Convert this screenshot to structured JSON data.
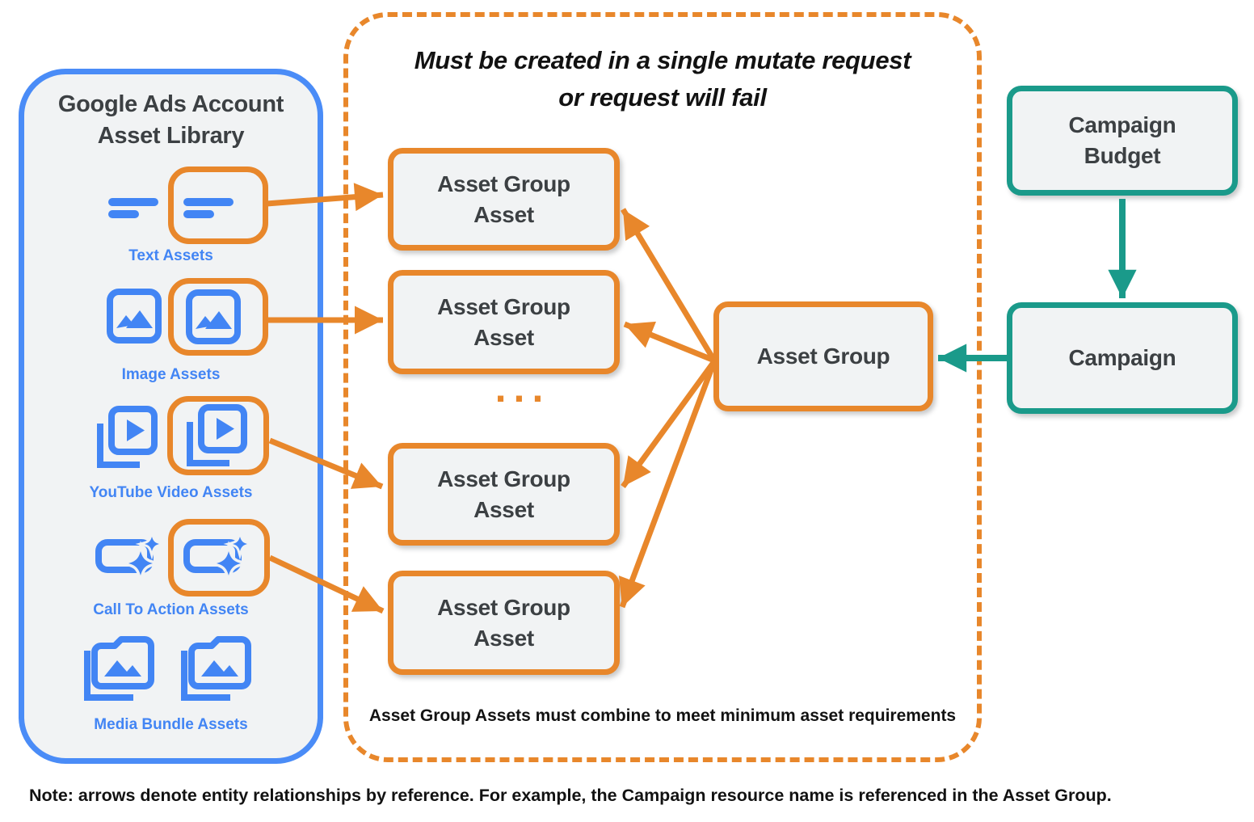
{
  "colors": {
    "orange": "#E8872B",
    "blue": "#4285F4",
    "panel_border_blue": "#4A8CF7",
    "teal": "#1A9A8A",
    "card_fill": "#F1F3F4",
    "text_dark_gray": "#3C4043",
    "text_black": "#121212"
  },
  "library": {
    "title_lines": [
      "Google Ads Account",
      "Asset Library"
    ],
    "asset_types": [
      {
        "label": "Text Assets",
        "icon": "text-asset-icon",
        "highlighted": true
      },
      {
        "label": "Image Assets",
        "icon": "image-asset-icon",
        "highlighted": true
      },
      {
        "label": "YouTube Video Assets",
        "icon": "youtube-video-asset-icon",
        "highlighted": true
      },
      {
        "label": "Call To Action Assets",
        "icon": "call-to-action-asset-icon",
        "highlighted": true
      },
      {
        "label": "Media Bundle Assets",
        "icon": "media-bundle-asset-icon",
        "highlighted": false
      }
    ]
  },
  "mutate_group": {
    "title_lines": [
      "Must be created in a single mutate request",
      "or request will fail"
    ],
    "boxes": [
      {
        "label": "Asset Group Asset"
      },
      {
        "label": "Asset Group Asset"
      },
      {
        "label": "Asset Group Asset"
      },
      {
        "label": "Asset Group Asset"
      }
    ],
    "ellipsis": "...",
    "footnote": "Asset Group Assets must combine to meet minimum asset requirements"
  },
  "entities": {
    "asset_group": {
      "label": "Asset Group"
    },
    "campaign_budget": {
      "label": "Campaign Budget"
    },
    "campaign": {
      "label": "Campaign"
    }
  },
  "note": "Note: arrows denote entity relationships by reference. For example, the Campaign resource name is referenced in the Asset Group."
}
